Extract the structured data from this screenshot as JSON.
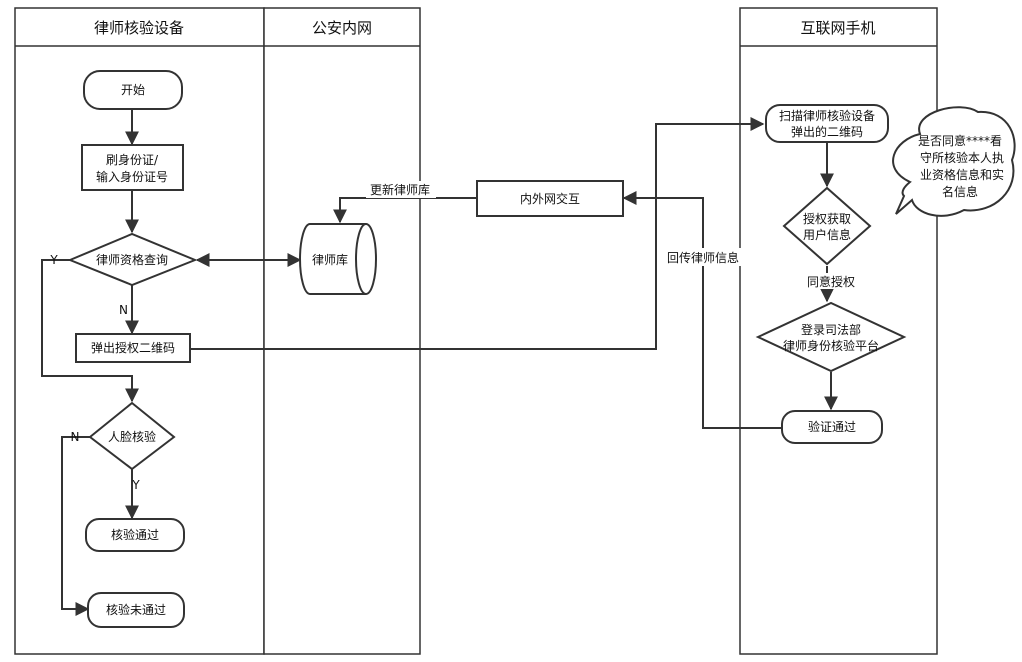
{
  "lanes": {
    "lawyer_device": "律师核验设备",
    "police_intranet": "公安内网",
    "internet_phone": "互联网手机"
  },
  "nodes": {
    "start": "开始",
    "swipe_id_line1": "刷身份证/",
    "swipe_id_line2": "输入身份证号",
    "lawyer_query": "律师资格查询",
    "popup_qr": "弹出授权二维码",
    "face_verify": "人脸核验",
    "verify_pass": "核验通过",
    "verify_fail": "核验未通过",
    "lawyer_db": "律师库",
    "inner_outer": "内外网交互",
    "scan_qr_line1": "扫描律师核验设备",
    "scan_qr_line2": "弹出的二维码",
    "auth_get_line1": "授权获取",
    "auth_get_line2": "用户信息",
    "login_platform_line1": "登录司法部",
    "login_platform_line2": "律师身份核验平台",
    "verified": "验证通过"
  },
  "labels": {
    "update_db": "更新律师库",
    "return_info": "回传律师信息",
    "agree_auth": "同意授权",
    "yes": "Y",
    "no": "N"
  },
  "callout": {
    "line1": "是否同意****看",
    "line2": "守所核验本人执",
    "line3": "业资格信息和实",
    "line4": "名信息"
  }
}
